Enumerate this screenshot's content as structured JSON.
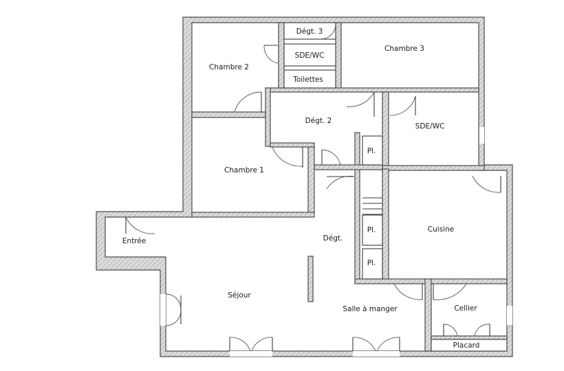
{
  "rooms": {
    "chambre2": "Chambre 2",
    "degt3": "Dégt. 3",
    "sdewc_top": "SDE/WC",
    "toilettes": "Toilettes",
    "chambre3": "Chambre 3",
    "degt2": "Dégt. 2",
    "sdewc_right": "SDE/WC",
    "pl1": "Pl.",
    "chambre1": "Chambre 1",
    "pl2": "Pl.",
    "pl3": "Pl.",
    "cuisine": "Cuisine",
    "entree": "Entrée",
    "degt": "Dégt.",
    "sejour": "Séjour",
    "salle_manger": "Salle à manger",
    "cellier": "Cellier",
    "placard": "Placard"
  },
  "colors": {
    "wall_fill": "#d9d9d9",
    "wall_hatch": "#9a9a9a",
    "wall_stroke": "#4a4a4a",
    "background": "#ffffff"
  }
}
